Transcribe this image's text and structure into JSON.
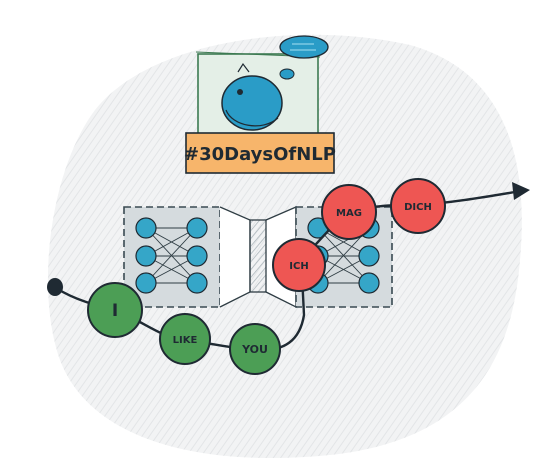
{
  "banner": {
    "text": "#30DaysOfNLP",
    "fill": "#f7b56b",
    "frame_fill": "#e8f1ea"
  },
  "encoder_words": [
    "I",
    "LIKE",
    "YOU"
  ],
  "decoder_words": [
    "ICH",
    "MAG",
    "DICH"
  ],
  "colors": {
    "encoder_node": "#4c9e55",
    "decoder_node": "#ee5653",
    "neuron": "#35a6c8",
    "box_fill": "#d8dde0",
    "ink": "#1f2a33",
    "blob": "#f1f2f3"
  },
  "icons": {
    "avatar": "cartoon-head-icon",
    "speech": "speech-bubble-icon"
  }
}
